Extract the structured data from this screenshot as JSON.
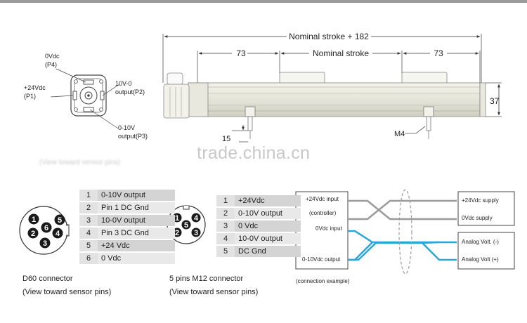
{
  "top_drawing": {
    "total_dim": "Nominal stroke + 182",
    "left_dim": "73",
    "mid_dim": "Nominal stroke",
    "right_dim": "73",
    "height_dim": "37",
    "foot_dim": "15",
    "screw_label": "M4"
  },
  "connector_face": {
    "p4": [
      "0Vdc",
      "(P4)"
    ],
    "p1": [
      "+24Vdc",
      "(P1)"
    ],
    "p2": [
      "10V-0",
      "output(P2)"
    ],
    "p3": [
      "0-10V",
      "output(P3)"
    ]
  },
  "blurred_caption": "(View toward sensor pins)",
  "watermark": "trade.china.cn",
  "d60": {
    "pins": [
      {
        "n": "1",
        "label": "0-10V output"
      },
      {
        "n": "2",
        "label": "Pin 1 DC Gnd"
      },
      {
        "n": "3",
        "label": "10-0V output"
      },
      {
        "n": "4",
        "label": "Pin 3 DC Gnd"
      },
      {
        "n": "5",
        "label": "+24 Vdc"
      },
      {
        "n": "6",
        "label": "0 Vdc"
      }
    ],
    "caption": "D60 connector",
    "subcaption": "(View toward sensor pins)",
    "pin_layout": [
      "1",
      "2",
      "3",
      "4",
      "5",
      "6"
    ]
  },
  "m12": {
    "pins": [
      {
        "n": "1",
        "label": "+24Vdc"
      },
      {
        "n": "2",
        "label": "0-10V output"
      },
      {
        "n": "3",
        "label": "0 Vdc"
      },
      {
        "n": "4",
        "label": "10-0V output"
      },
      {
        "n": "5",
        "label": "DC Gnd"
      }
    ],
    "caption": "5 pins M12 connector",
    "subcaption": "(View toward sensor pins)",
    "pin_layout": [
      "1",
      "2",
      "3",
      "4",
      "5"
    ]
  },
  "wiring": {
    "left": {
      "in24": "+24Vdc input",
      "controller": "(controller)",
      "in0": "0Vdc input",
      "out": "0-10Vdc output"
    },
    "right": {
      "sup24": "+24Vdc supply",
      "sup0": "0Vdc supply",
      "aminus": "Analog Volt. (-)",
      "aplus": "Analog Volt (+)"
    },
    "caption": "(connection example)",
    "colors": {
      "gray": "#9a9a9a",
      "blue": "#2aa6d8"
    }
  }
}
